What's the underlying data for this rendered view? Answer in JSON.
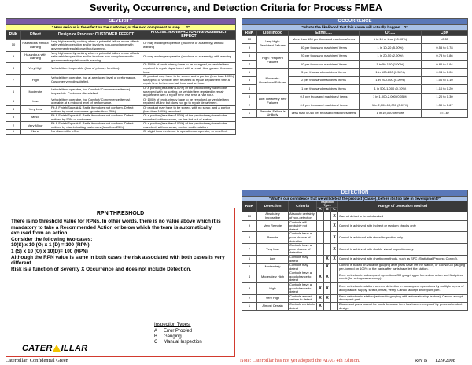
{
  "title": "Severity, Occurrence, and Detection Criteria for Process FMEA",
  "severity": {
    "heading": "SEVERITY",
    "subheading": "\" How serious is the effect on the customer, or the next component or step......?\"",
    "col_rnk": "RNK",
    "col_effect": "Effect",
    "col_design": "Design or Process: CUSTOMER EFFECT",
    "col_process": "Process: MANUFACTURING/ ASSEMBLY EFFECT",
    "rows": [
      {
        "rnk": "10",
        "effect": "Hazardous without warning",
        "design": "Very high severity ranking when a potential failure mode affects safe vehicle operation and/or involves non-compliance with government regulation without warning.",
        "process": "Or may endanger operator (machine or assembly) without warning"
      },
      {
        "rnk": "9",
        "effect": "Hazardous with warning",
        "design": "Very high severity ranking when a potential failure mode affects safe vehicle operation and/or involves non-compliance with government regulation with warning.",
        "process": "Or may endanger operator (machine or assembly) with warning."
      },
      {
        "rnk": "8",
        "effect": "Very High",
        "design": "Vehicle/item inoperable (loss of primary function).",
        "process": "Or 100% of product may have to be scrapped, or vehicle/item repaired in repair department with a repair time greater than one hour."
      },
      {
        "rnk": "7",
        "effect": "High",
        "design": "Vehicle/item operable, but at a reduced level of performance. Customer very dissatisfied.",
        "process": "Or product may have to be sorted and a portion (less than 100%) scrapped, or vehicle/ item repaired in repair department with a repair time between a half hour and an hour."
      },
      {
        "rnk": "6",
        "effect": "Moderate",
        "design": "Vehicle/item operable, but Comfort/ Convenience item(s) inoperable. Customer dissatisfied.",
        "process": "Or a portion (less than 100%) of the product may have to be scrapped with no sorting, or vehicle/item repaired in repair department with a repair time less than a half hour."
      },
      {
        "rnk": "5",
        "effect": "Low",
        "design": "Vehicle/item operable, but Comfort/ Convenience item(s) operable at a reduced level of performance.",
        "process": "Or 100% of product may have to be reworked, or vehicle/item repaired off-line but does not go to repair department."
      },
      {
        "rnk": "4",
        "effect": "Very Low",
        "design": "Fit & Finish/Squeak & Rattle item does not conform. Defect noticed by most customers (greater than 75%).",
        "process": "Or product may have to be sorted, with no scrap, and a portion (less than 100%) reworked."
      },
      {
        "rnk": "3",
        "effect": "Minor",
        "design": "Fit & Finish/Squeak & Rattle item does not conform. Defect noticed by 50% of customers.",
        "process": "Or a portion (less than 100%) of the product may have to be reworked, with no scrap, on-line but out-of-station."
      },
      {
        "rnk": "2",
        "effect": "Very Minor",
        "design": "Fit & Finish/Squeak & Rattle item does not conform. Defect noticed by discriminating customers (less than 25%).",
        "process": "Or a portion (less than 100%) of the product may have to be reworked, with no scrap, on-line and in-station."
      },
      {
        "rnk": "1",
        "effect": "None",
        "design": "No discernible effect",
        "process": "Or slight inconvenience to operation or operator, or no effect."
      }
    ]
  },
  "occurrence": {
    "heading": "OCCURRENCE",
    "subheading": "\"what's the likelihood that this cause will actually happen....?\"",
    "col_rnk": "RNK",
    "col_likelihood": "Likelihood",
    "col_either": "Either.....",
    "col_or": "Or.....",
    "col_cpk": "CpK",
    "rows": [
      {
        "rnk": "10",
        "either": "More than 100 per thousand machines/items",
        "or": "1 in 10 or less (10.00%)",
        "cpk": "<0.55"
      },
      {
        "rnk": "9",
        "either": "50 per thousand machines/ items",
        "or": "1 in 10-20 (5.00%)",
        "cpk": "0.55 to 0.78"
      },
      {
        "rnk": "8",
        "either": "20 per thousand machines/ items",
        "or": "1 in 20-50 (2.00%)",
        "cpk": "0.78 to 0.86"
      },
      {
        "rnk": "7",
        "either": "10 per thousand machines/ items",
        "or": "1 in 50-100 (1.00%)",
        "cpk": "0.86 to 0.94"
      },
      {
        "rnk": "6",
        "either": "5 per thousand machines/ items",
        "or": "1 in 100-200 (0.50%)",
        "cpk": "0.94 to 1.00"
      },
      {
        "rnk": "5",
        "either": "2 per thousand machines/ items",
        "or": "1 in 200-500 (0.20%)",
        "cpk": "1.00 to 1.10"
      },
      {
        "rnk": "4",
        "either": "1 per thousand machines/ items",
        "or": "1 in 500-1,000 (0.10%)",
        "cpk": "1.10 to 1.20"
      },
      {
        "rnk": "3",
        "either": "0.5 per thousand machines/ items",
        "or": "1 in 1,000-2,000 (0.05%)",
        "cpk": "1.20 to 1.30"
      },
      {
        "rnk": "2",
        "either": "0.1 per thousand machines/ items",
        "or": "1 in 2,000-10,000 (0.01%)",
        "cpk": "1.30 to 1.67"
      },
      {
        "rnk": "1",
        "either": "Less than 0.010 per thousand machines/items",
        "or": "1 in 10,000 or more",
        "cpk": ">=1.67"
      }
    ],
    "groups": [
      {
        "label": "Very High: Persistent Failures"
      },
      {
        "label": "High: Frequent Failures"
      },
      {
        "label": "Moderate: Occasional Failures"
      },
      {
        "label": "Low: Relatively Few Failures"
      },
      {
        "label": "Remote: Failure is Unlikely"
      }
    ]
  },
  "detection": {
    "heading": "DETECTION",
    "subheading": "\"What's our confidence that we will detect the product (Cause), before it's too late in development?\"",
    "col_rnk": "RNK",
    "col_detection": "Detection",
    "col_criteria": "Criteria",
    "col_insp": "Inspection Types",
    "col_a": "A",
    "col_b": "B",
    "col_c": "C",
    "col_range": "Range of Detection Method",
    "rows": [
      {
        "rnk": "10",
        "detection": "Absolutely Impossible",
        "criteria": "Absolute certainty of non-detection",
        "a": "",
        "b": "",
        "c": "X",
        "range": "Cannot detect or is not checked"
      },
      {
        "rnk": "9",
        "detection": "Very Remote",
        "criteria": "Controls will probably not detect",
        "a": "",
        "b": "",
        "c": "X",
        "range": "Control is achieved with indirect or random checks only."
      },
      {
        "rnk": "8",
        "detection": "Remote",
        "criteria": "Controls have a poor chance of detection",
        "a": "",
        "b": "",
        "c": "X",
        "range": "Control is achieved with visual inspection only."
      },
      {
        "rnk": "7",
        "detection": "Very Low",
        "criteria": "Controls have a poor chance of detection",
        "a": "",
        "b": "",
        "c": "X",
        "range": "Control is achieved with double visual inspection only."
      },
      {
        "rnk": "6",
        "detection": "Low",
        "criteria": "Controls may detect",
        "a": "",
        "b": "X",
        "c": "X",
        "range": "Control is achieved with charting methods, such as SPC (Statistical Process Control)."
      },
      {
        "rnk": "5",
        "detection": "Moderately",
        "criteria": "Controls may detect",
        "a": "",
        "b": "X",
        "c": "",
        "range": "Control is based on variable gauging after parts have left the station, or Go/No Go gauging per-formed on 100% of the parts after parts have left the station."
      },
      {
        "rnk": "4",
        "detection": "Moderately High",
        "criteria": "Controls have a good chance to detect",
        "a": "X",
        "b": "X",
        "c": "",
        "range": "Error detection in subsequent operations OR gaug-ing performed on setup and first-piece check (for set-up causes only)."
      },
      {
        "rnk": "3",
        "detection": "High",
        "criteria": "Controls have a good chance to detect",
        "a": "X",
        "b": "X",
        "c": "",
        "range": "Error detection in-station, or error detection in subsequent operations by multiple layers of accep-tance: supply, select, install, verify. Cannot accept discrepant part."
      },
      {
        "rnk": "2",
        "detection": "Very High",
        "criteria": "Controls almost certain to detect",
        "a": "X",
        "b": "X",
        "c": "",
        "range": "Error detection in-station (automatic gauging with automatic stop feature). Cannot accept discrepant part."
      },
      {
        "rnk": "1",
        "detection": "Almost Certain",
        "criteria": "Controls certain to detect",
        "a": "X",
        "b": "",
        "c": "",
        "range": "Discrepant parts cannot be made because item has been error-proof by process/product design."
      }
    ]
  },
  "rpn": {
    "heading": "RPN THRESHOLD",
    "p1": "There is no threshold value for RPNs. In other words, there is no value above which it is mandatory to take a Recommended Action or below which the team is automatically excused from an action.",
    "p2": "Consider the following two cases:",
    "p3": "10(S) x 10 (O) x 1 (D) = 100 (RPN)",
    "p4": "1 (S) x 10 (O) x 10(D)= 100 (RPN)",
    "p5": "Although the RPN value is same in both cases the risk associated with both cases is very different.",
    "p6": "Risk is a function of Severity X Occurrence and does not include Detection.",
    "inspection_title": "Inspection Types:",
    "inspection": [
      {
        "letter": "A",
        "label": "Error Proofed"
      },
      {
        "letter": "B",
        "label": "Gauging"
      },
      {
        "letter": "C",
        "label": "Manual Inspection"
      }
    ],
    "logo_left": "CATER",
    "logo_right": "ILLAR"
  },
  "footer": {
    "left": "Caterpillar: Confidential Green",
    "note": "Note: Caterpillar has not yet adopted the AIAG 4th Edition.",
    "rev": "Rev B",
    "date": "12/9/2008"
  }
}
